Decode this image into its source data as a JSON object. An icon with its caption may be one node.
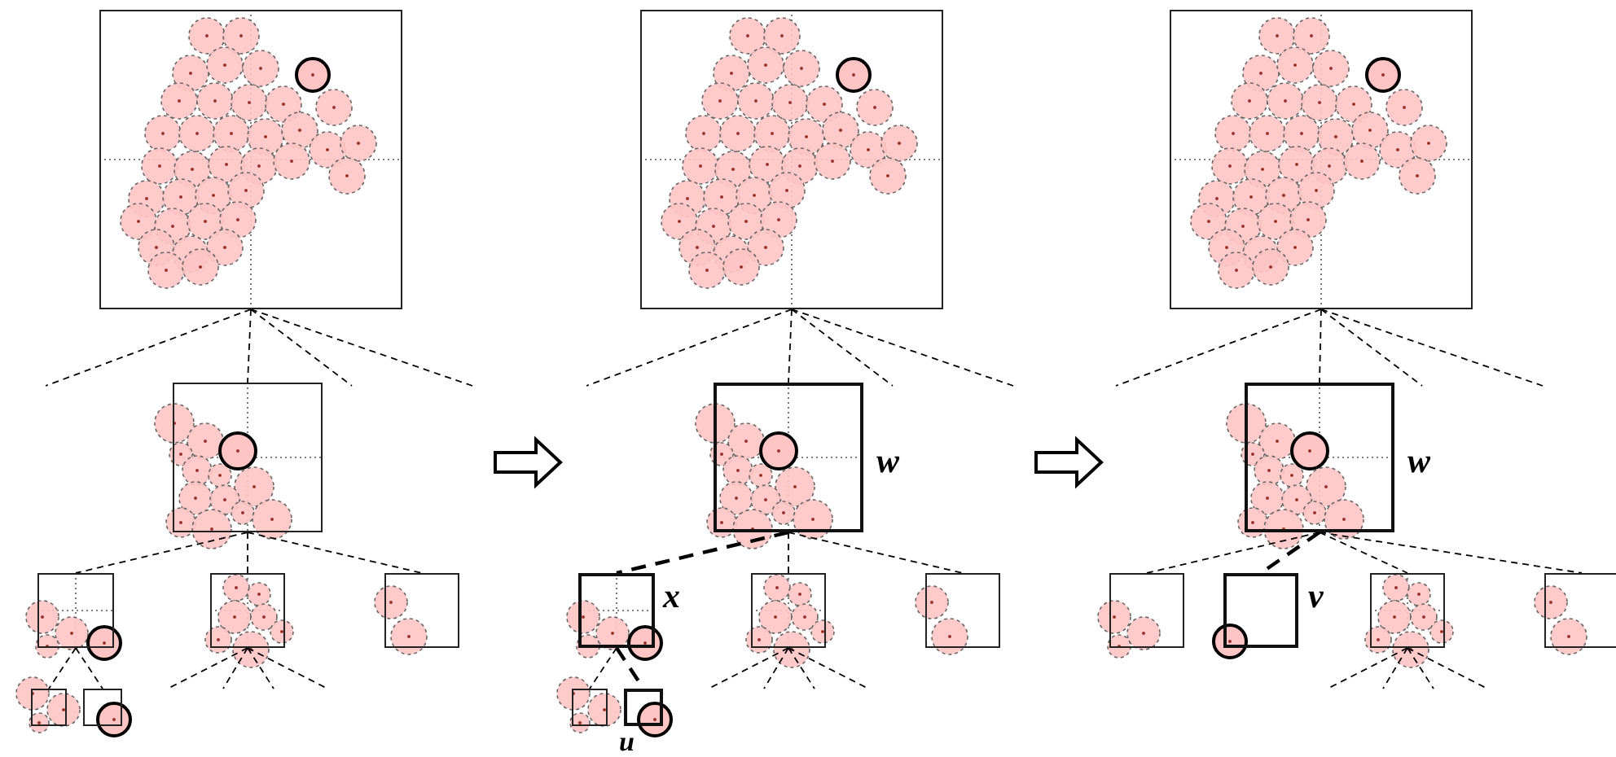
{
  "diagram": {
    "nodes": [
      {
        "text": [],
        "shape": "box"
      },
      {
        "text": [],
        "shape": "box"
      },
      {
        "text": [],
        "shape": "box"
      },
      {
        "text": [],
        "shape": "box"
      },
      {
        "text": [],
        "shape": "box"
      },
      {
        "text": [],
        "shape": "box"
      },
      {
        "text": [],
        "shape": "box"
      },
      {
        "text": [],
        "shape": "box"
      },
      {
        "text": [],
        "shape": "box",
        "beside": [
          "w"
        ]
      },
      {
        "text": [],
        "shape": "box",
        "beside": [
          "x"
        ]
      },
      {
        "text": [],
        "shape": "box"
      },
      {
        "text": [],
        "shape": "box"
      },
      {
        "text": [],
        "shape": "box"
      },
      {
        "text": [],
        "shape": "box",
        "beside": [
          "u"
        ]
      },
      {
        "text": [],
        "shape": "box"
      },
      {
        "text": [],
        "shape": "box",
        "beside": [
          "w"
        ]
      },
      {
        "text": [],
        "shape": "box"
      },
      {
        "text": [],
        "shape": "box",
        "beside": [
          "v"
        ]
      },
      {
        "text": [],
        "shape": "box"
      },
      {
        "text": [],
        "shape": "box"
      }
    ],
    "edges": [
      {
        "from": 0,
        "to": null,
        "arrow": "none"
      },
      {
        "from": 0,
        "to": 1,
        "arrow": "none"
      },
      {
        "from": 0,
        "to": null,
        "arrow": "none"
      },
      {
        "from": 0,
        "to": null,
        "arrow": "none"
      },
      {
        "from": 1,
        "to": 2,
        "arrow": "none"
      },
      {
        "from": 1,
        "to": 3,
        "arrow": "none"
      },
      {
        "from": 1,
        "to": 4,
        "arrow": "none"
      },
      {
        "from": 2,
        "to": 5,
        "arrow": "none"
      },
      {
        "from": 2,
        "to": 6,
        "arrow": "none"
      },
      {
        "from": 3,
        "to": null,
        "arrow": "none"
      },
      {
        "from": 3,
        "to": null,
        "arrow": "none"
      },
      {
        "from": 3,
        "to": null,
        "arrow": "none"
      },
      {
        "from": 3,
        "to": null,
        "arrow": "none"
      },
      {
        "from": 7,
        "to": null,
        "arrow": "none"
      },
      {
        "from": 7,
        "to": 8,
        "arrow": "none"
      },
      {
        "from": 7,
        "to": null,
        "arrow": "none"
      },
      {
        "from": 7,
        "to": null,
        "arrow": "none"
      },
      {
        "from": 8,
        "to": 9,
        "arrow": "none",
        "style": "dashed"
      },
      {
        "from": 8,
        "to": 10,
        "arrow": "none"
      },
      {
        "from": 8,
        "to": 11,
        "arrow": "none"
      },
      {
        "from": 9,
        "to": 12,
        "arrow": "none"
      },
      {
        "from": 9,
        "to": 13,
        "arrow": "none",
        "style": "dashed"
      },
      {
        "from": 10,
        "to": null,
        "arrow": "none"
      },
      {
        "from": 10,
        "to": null,
        "arrow": "none"
      },
      {
        "from": 10,
        "to": null,
        "arrow": "none"
      },
      {
        "from": 10,
        "to": null,
        "arrow": "none"
      },
      {
        "from": 14,
        "to": null,
        "arrow": "none"
      },
      {
        "from": 14,
        "to": 15,
        "arrow": "none"
      },
      {
        "from": 14,
        "to": null,
        "arrow": "none"
      },
      {
        "from": 14,
        "to": null,
        "arrow": "none"
      },
      {
        "from": 15,
        "to": 16,
        "arrow": "none"
      },
      {
        "from": 15,
        "to": 17,
        "arrow": "none",
        "style": "dashed"
      },
      {
        "from": 15,
        "to": 18,
        "arrow": "none"
      },
      {
        "from": 15,
        "to": 19,
        "arrow": "none"
      },
      {
        "from": 18,
        "to": null,
        "arrow": "none"
      },
      {
        "from": 18,
        "to": null,
        "arrow": "none"
      },
      {
        "from": 18,
        "to": null,
        "arrow": "none"
      },
      {
        "from": 18,
        "to": null,
        "arrow": "none"
      }
    ]
  }
}
